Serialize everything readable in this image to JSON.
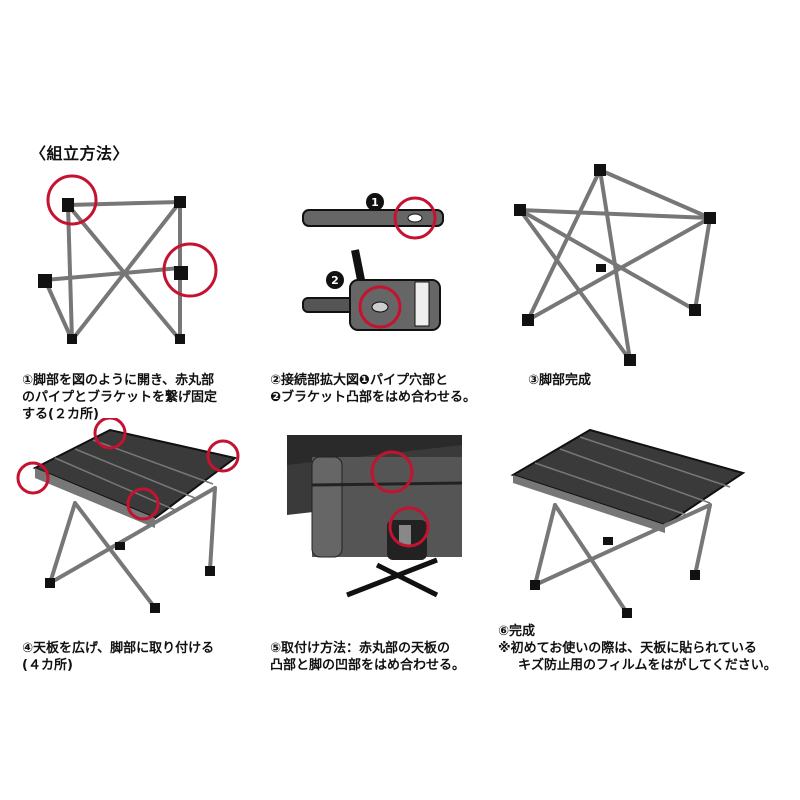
{
  "title": "〈組立方法〉",
  "steps": [
    {
      "lines": [
        "①脚部を図のように開き、赤丸部",
        "のパイプとブラケットを繋げ固定",
        "する(２カ所)"
      ]
    },
    {
      "lines": [
        "②接続部拡大図❶パイプ穴部と",
        "❷ブラケット凸部をはめ合わせる。"
      ]
    },
    {
      "lines": [
        "③脚部完成"
      ]
    },
    {
      "lines": [
        "④天板を広げ、脚部に取り付ける",
        "(４カ所)"
      ]
    },
    {
      "lines": [
        "⑤取付け方法：赤丸部の天板の",
        "凸部と脚の凹部をはめ合わせる。"
      ]
    },
    {
      "lines": [
        "⑥完成",
        "※初めてお使いの際は、天板に貼られている",
        "キズ防止用のフィルムをはがしてください。"
      ]
    }
  ],
  "callouts": {
    "one": "1",
    "two": "2"
  },
  "colors": {
    "highlight": "#c41230",
    "frame": "#555555",
    "frame_dark": "#222222",
    "top": "#3a3a3a"
  }
}
